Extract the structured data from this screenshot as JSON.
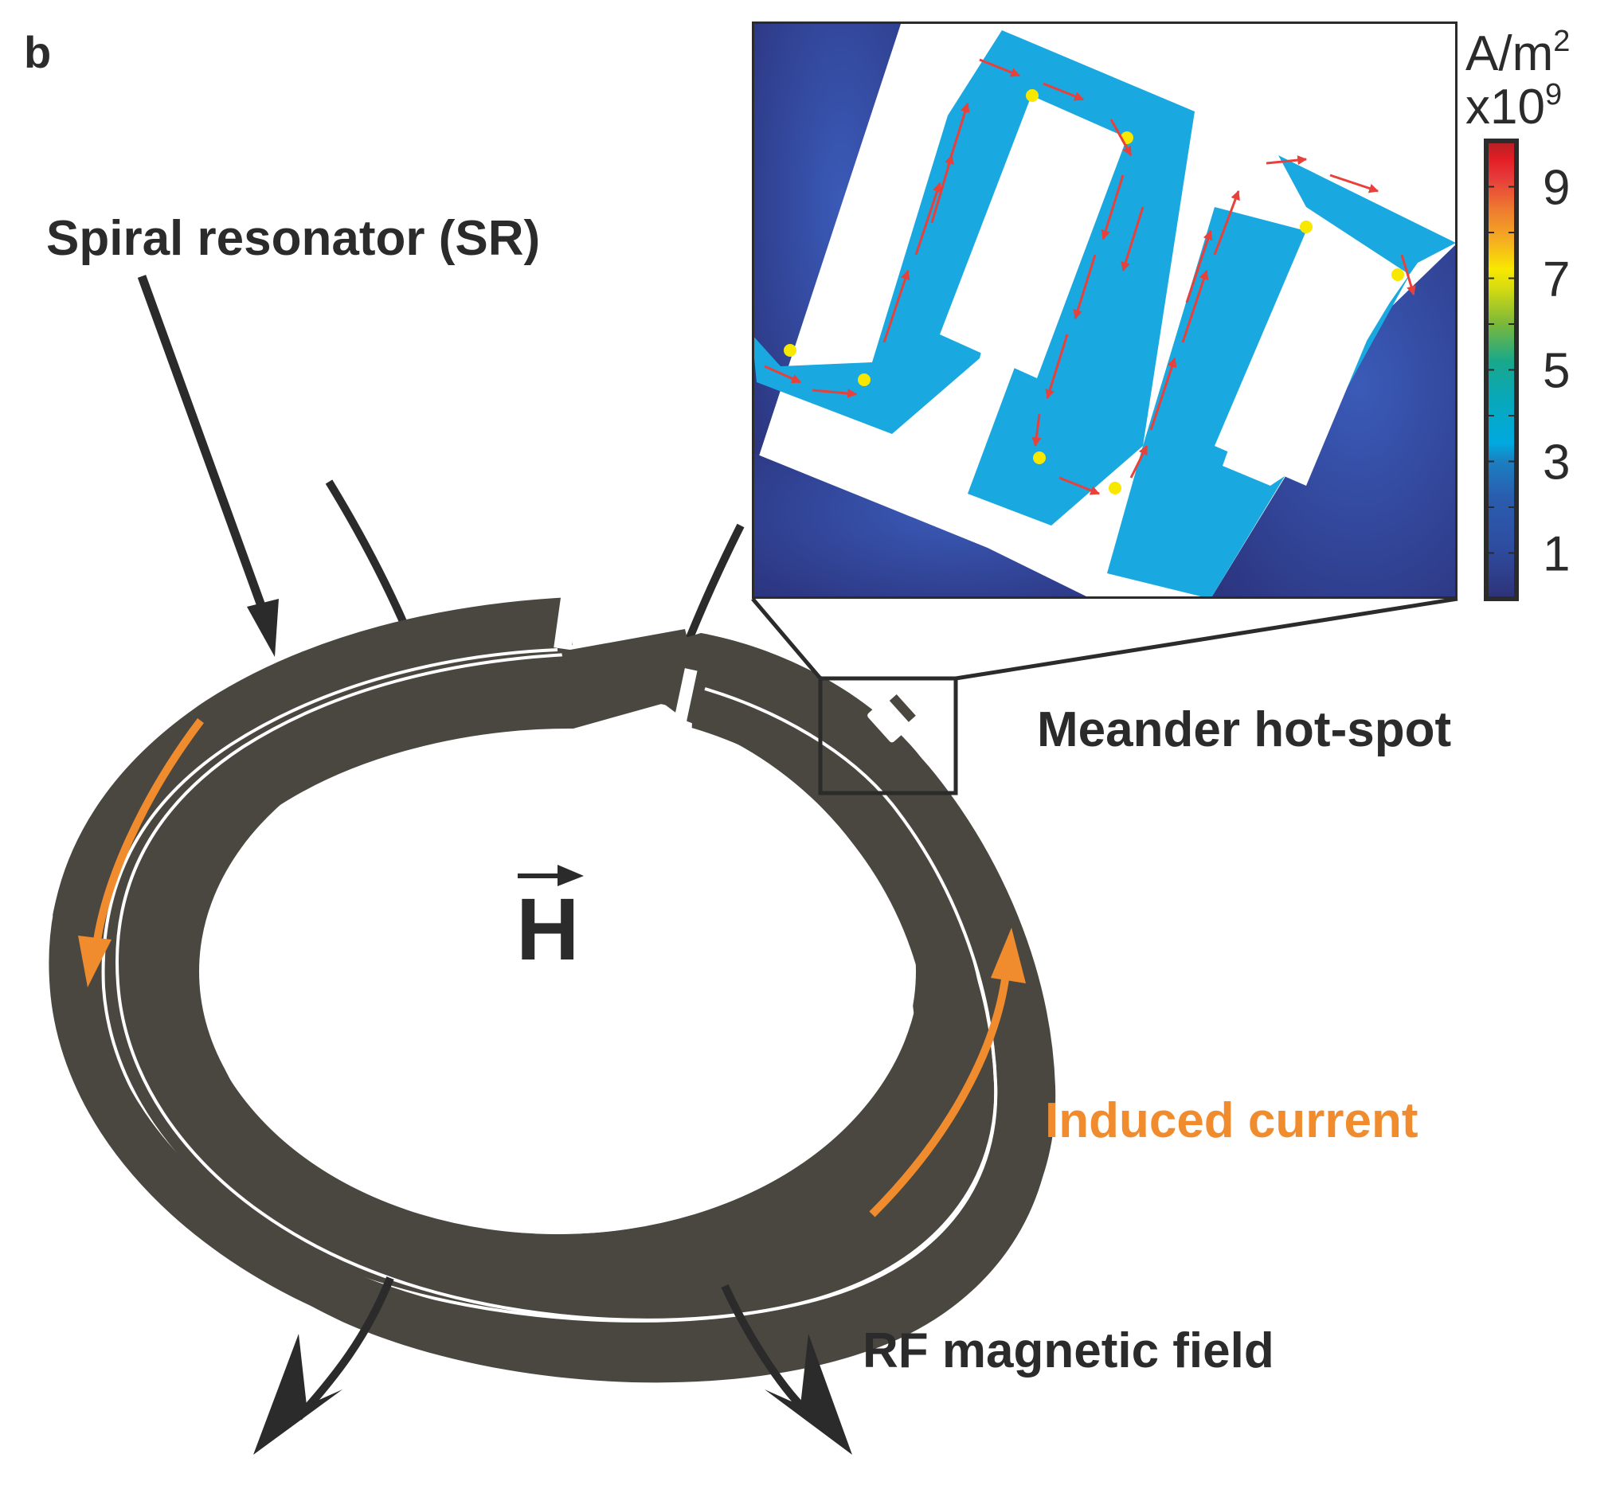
{
  "figure": {
    "panel_label": "b",
    "labels": {
      "spiral_resonator": "Spiral resonator (SR)",
      "meander_hotspot": "Meander hot-spot",
      "induced_current": "Induced current",
      "rf_magnetic_field": "RF magnetic field",
      "h_vector": "H"
    },
    "colorbar": {
      "unit": "A/m",
      "unit_superscript": "2",
      "scale": "x10",
      "scale_superscript": "9",
      "ticks": [
        "9",
        "7",
        "5",
        "3",
        "1"
      ],
      "range": [
        0,
        10
      ],
      "colormap": [
        "#2e3278",
        "#2e55a8",
        "#0f8fd0",
        "#00aadd",
        "#1aa88a",
        "#7ab83a",
        "#f5e400",
        "#f5a623",
        "#e8402f",
        "#e31e24",
        "#b02025"
      ]
    },
    "colors": {
      "resonator": "#4a4740",
      "ink": "#2b2b2b",
      "induced_current": "#f08c2e",
      "current_arrows": "#e8403a",
      "field_low": "#2d3a8c",
      "field_mid": "#1aa8e0"
    }
  }
}
